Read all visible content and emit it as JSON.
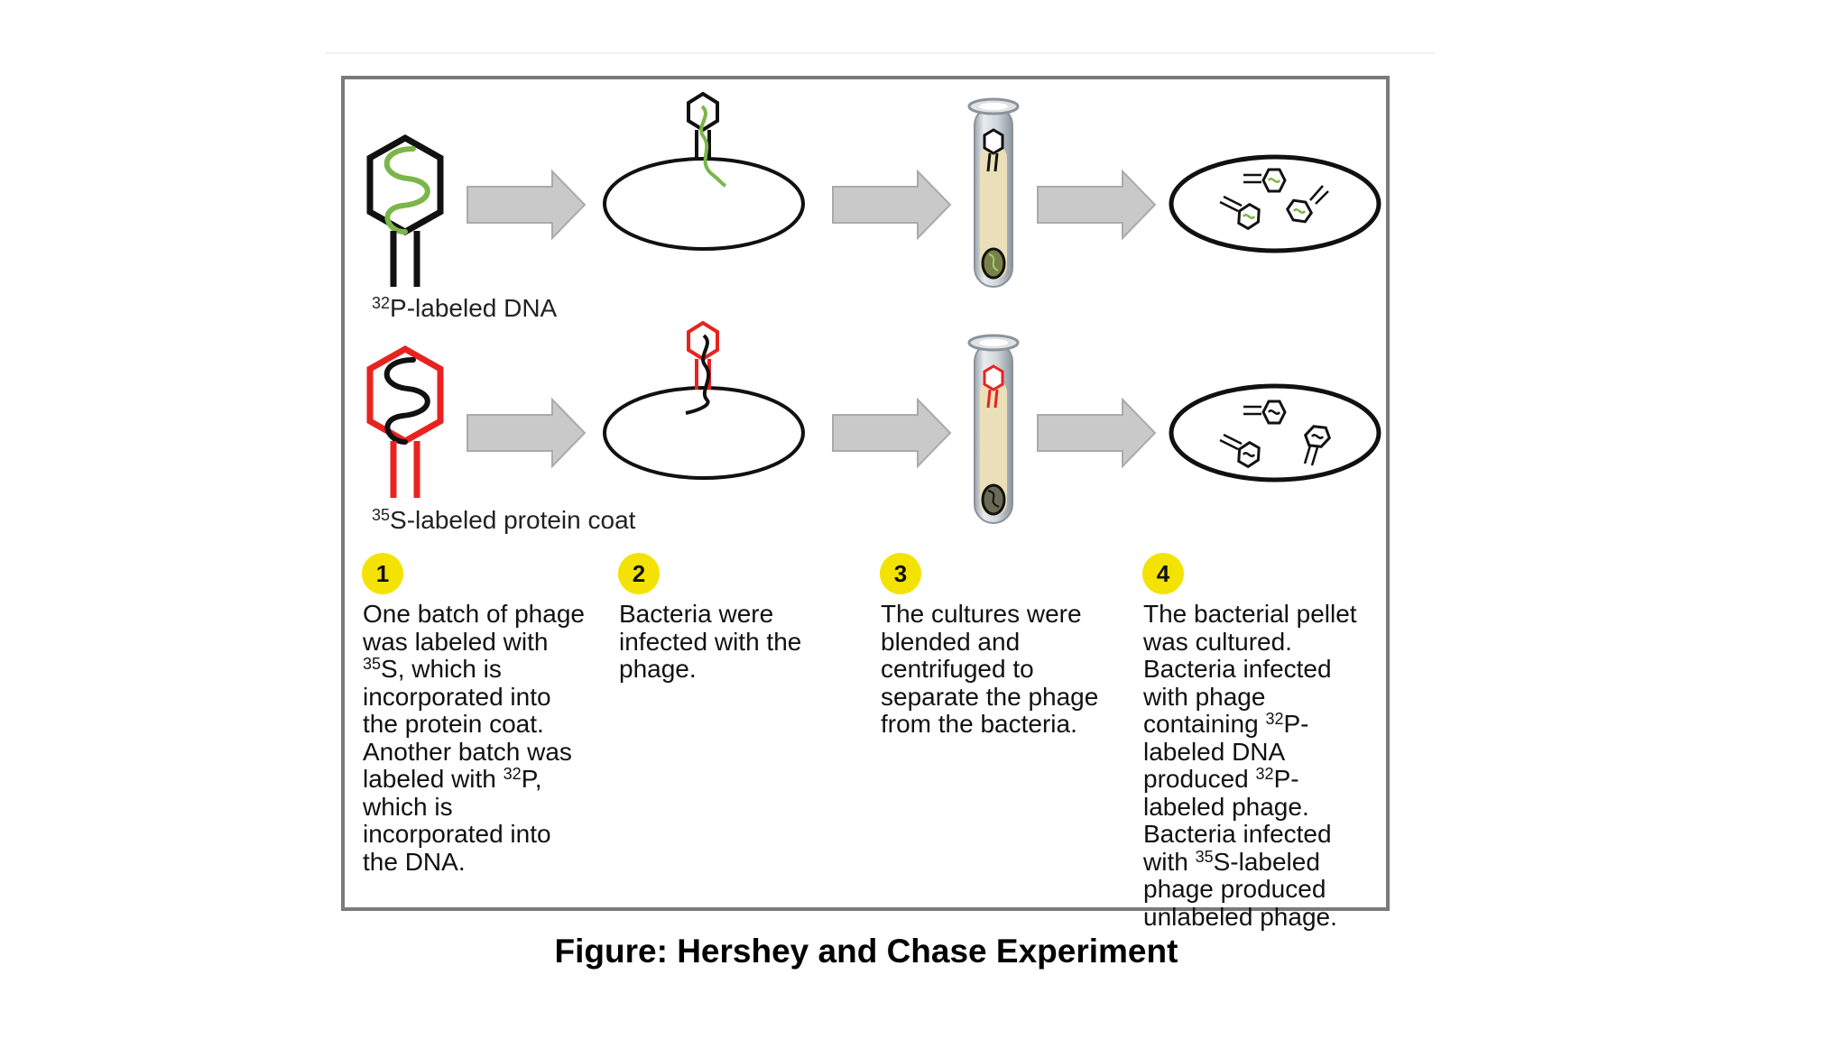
{
  "labels": {
    "dna": {
      "sup": "32",
      "text": "P-labeled DNA"
    },
    "protein": {
      "sup": "35",
      "text": "S-labeled protein coat"
    }
  },
  "steps": [
    {
      "number": "1"
    },
    {
      "number": "2",
      "text": "Bacteria were infected with the phage."
    },
    {
      "number": "3",
      "text": "The cultures were blended and centrifuged to separate the phage from the bacteria."
    },
    {
      "number": "4"
    }
  ],
  "step1_parts": [
    "One batch of phage was labeled with ",
    "35",
    "S, which is incorporated into the protein coat. Another batch was labeled with ",
    "32",
    "P, which is incorporated into the DNA."
  ],
  "step4_parts": [
    "The bacterial pellet was cultured. Bacteria infected with phage containing ",
    "32",
    "P-labeled DNA produced ",
    "32",
    "P-labeled phage. Bacteria infected with ",
    "35",
    "S-labeled phage produced unlabeled phage."
  ],
  "caption": "Figure: Hershey and Chase Experiment",
  "colors": {
    "dna_label": "#7ab648",
    "protein_label": "#e8231f",
    "arrow": "#c9c9c9",
    "badge": "#f4e300",
    "tube_fill": "#eadfb8"
  }
}
